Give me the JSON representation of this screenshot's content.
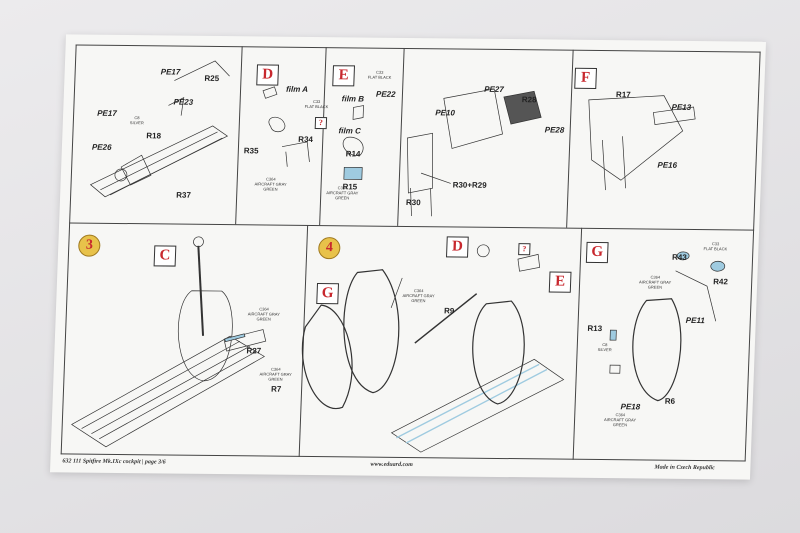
{
  "doc": {
    "title": "632 111 Spitfire Mk.IXc cockpit",
    "page": "page 3/6",
    "website": "www.eduard.com",
    "made_in": "Made in Czech Republic"
  },
  "steps": {
    "s3": "3",
    "s4": "4"
  },
  "section_letters": {
    "d_top": "D",
    "e_top": "E",
    "f_top": "F",
    "c_mid": "C",
    "g_mid4": "G",
    "d_mid": "D",
    "e_mid": "E",
    "g_right": "G"
  },
  "question_marks": {
    "q1": "?",
    "q2": "?"
  },
  "films": {
    "a": "film A",
    "b": "film B",
    "c": "film C"
  },
  "parts": {
    "pe17_a": "PE17",
    "r25": "R25",
    "pe23": "PE23",
    "pe17_b": "PE17",
    "r18": "R18",
    "pe26": "PE26",
    "r37": "R37",
    "r35": "R35",
    "r34": "R34",
    "pe22": "PE22",
    "r14": "R14",
    "r15": "R15",
    "pe27": "PE27",
    "r28": "R28",
    "pe10": "PE10",
    "pe28": "PE28",
    "r30": "R30",
    "r30r29": "R30+R29",
    "r17": "R17",
    "pe13": "PE13",
    "pe16": "PE16",
    "r27": "R27",
    "r7": "R7",
    "r9": "R9",
    "r43": "R43",
    "r42": "R42",
    "pe11": "PE11",
    "r13": "R13",
    "r6": "R6",
    "pe18": "PE18"
  },
  "paints": {
    "c364": "C364",
    "aircraft_gray_green": "AIRCRAFT GRAY GREEN",
    "c33": "C33",
    "flat_black": "FLAT BLACK",
    "c8": "C8",
    "silver": "SILVER"
  }
}
